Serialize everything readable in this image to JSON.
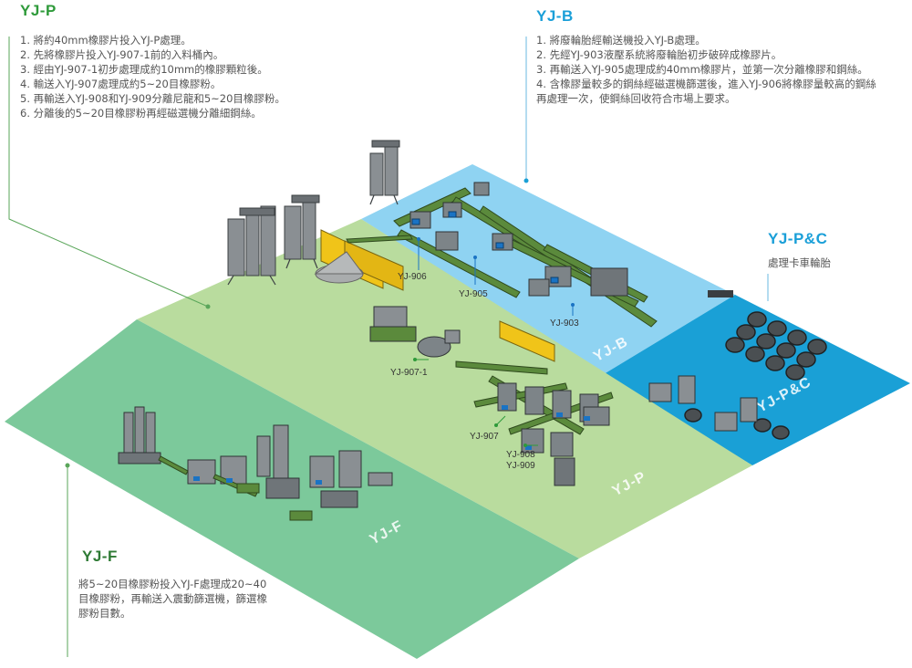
{
  "sections": {
    "yjp": {
      "title": "YJ-P",
      "steps": [
        "1. 將約40mm橡膠片投入YJ-P處理。",
        "2. 先將橡膠片投入YJ-907-1前的入料桶內。",
        "3. 經由YJ-907-1初步處理成約10mm的橡膠顆粒後。",
        "4. 輸送入YJ-907處理成約5~20目橡膠粉。",
        "5. 再輸送入YJ-908和YJ-909分離尼龍和5~20目橡膠粉。",
        "6. 分離後的5~20目橡膠粉再經磁選機分離細鋼絲。"
      ]
    },
    "yjb": {
      "title": "YJ-B",
      "steps": [
        "1. 將廢輪胎經輸送機投入YJ-B處理。",
        "2. 先經YJ-903液壓系統將廢輪胎初步破碎成橡膠片。",
        "3. 再輸送入YJ-905處理成約40mm橡膠片，並第一次分離橡膠和鋼絲。",
        "4. 含橡膠量較多的鋼絲經磁選機篩選後，進入YJ-906將橡膠量較高的鋼絲再處理一次，使鋼絲回收符合市場上要求。"
      ]
    },
    "yjpc": {
      "title": "YJ-P&C",
      "text": "處理卡車輪胎"
    },
    "yjf": {
      "title": "YJ-F",
      "text": "將5~20目橡膠粉投入YJ-F處理成20~40目橡膠粉，再輸送入震動篩選機，篩選橡膠粉目數。"
    }
  },
  "zones": {
    "b": "YJ-B",
    "pc": "YJ-P&C",
    "p": "YJ-P",
    "f": "YJ-F"
  },
  "machines": {
    "m906": "YJ-906",
    "m905": "YJ-905",
    "m903": "YJ-903",
    "m9071": "YJ-907-1",
    "m907": "YJ-907",
    "m908": "YJ-908",
    "m909": "YJ-909"
  },
  "colors": {
    "title_green": "#2e9a3a",
    "title_blue": "#1a9fd8",
    "zone_blue_light": "#8fd3f2",
    "zone_blue": "#1aa0d6",
    "zone_green_light": "#b9dc9e",
    "zone_green": "#7cc99b",
    "machine_green": "#5b8a3c",
    "machine_gray": "#8a8f93",
    "yellow": "#f0c419"
  }
}
